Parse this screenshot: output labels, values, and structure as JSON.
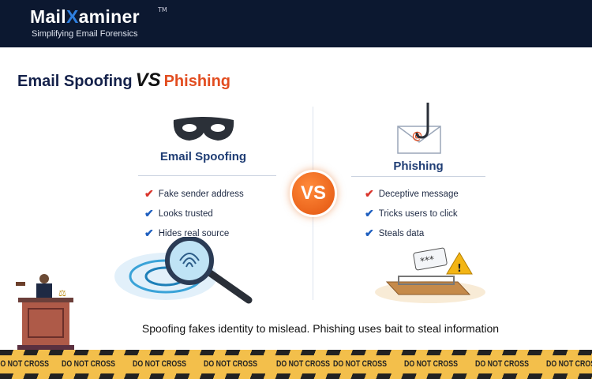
{
  "header": {
    "brand_prefix": "Mail",
    "brand_x": "X",
    "brand_suffix": "aminer",
    "trademark": "TM",
    "tagline": "Simplifying Email Forensics"
  },
  "title": {
    "left": "Email Spoofing",
    "vs": "VS",
    "right": "Phishing"
  },
  "spoofing": {
    "icon": "mask-icon",
    "heading": "Email Spoofing",
    "items": [
      "Fake sender address",
      "Looks trusted",
      "Hides real source"
    ],
    "illustration": "fingerprint-magnifier"
  },
  "vs_badge": "VS",
  "phishing": {
    "icon": "envelope-hook-icon",
    "heading": "Phishing",
    "items": [
      "Deceptive message",
      "Tricks users to click",
      "Steals data"
    ],
    "illustration": "mousetrap-password"
  },
  "caption": "Spoofing fakes identity to mislead. Phishing uses bait to steal information",
  "tape_text": "DO NOT CROSS",
  "colors": {
    "navy": "#0c1830",
    "orange": "#e24d20",
    "check_red": "#d9342b",
    "check_blue": "#1f5fbf",
    "tape": "#f3bf4b"
  }
}
